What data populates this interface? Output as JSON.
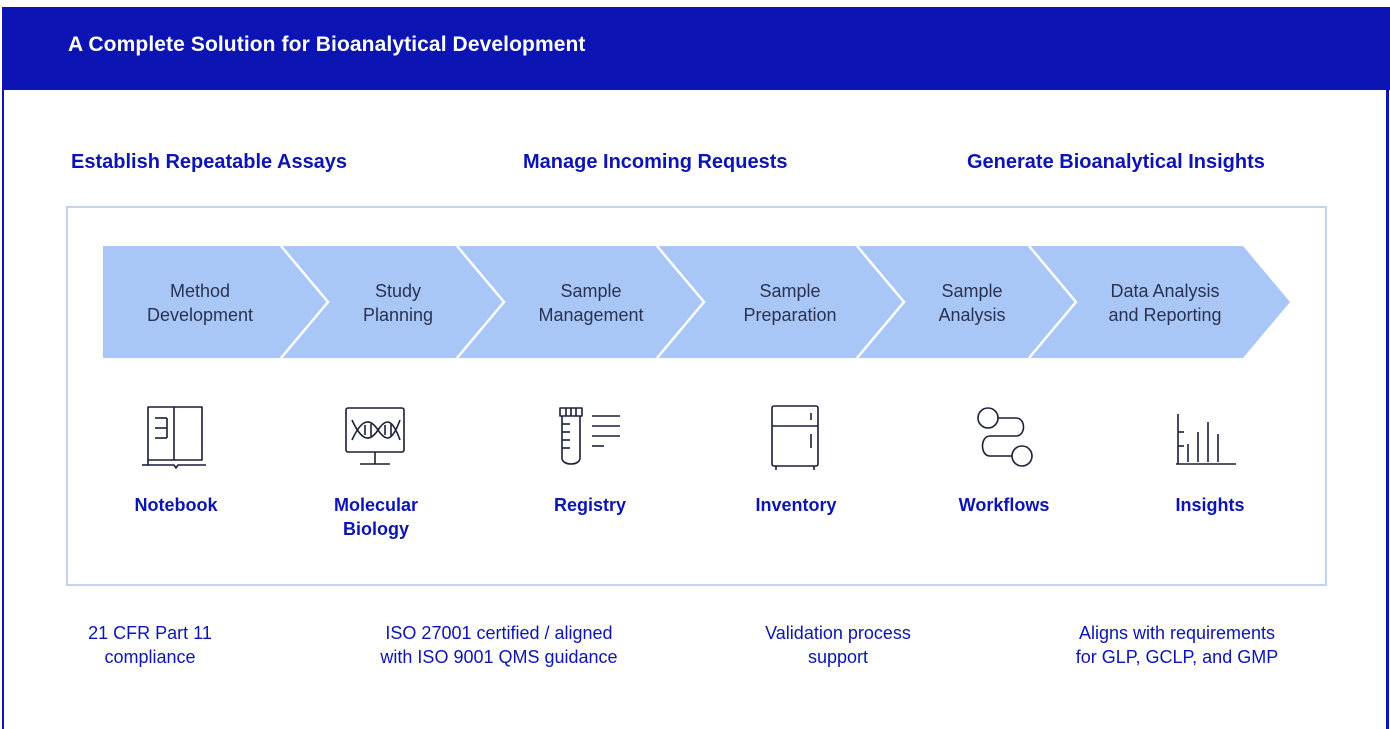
{
  "title": "A Complete Solution for Bioanalytical Development",
  "phases": [
    "Establish Repeatable Assays",
    "Manage Incoming Requests",
    "Generate Bioanalytical Insights"
  ],
  "steps": [
    {
      "line1": "Method",
      "line2": "Development"
    },
    {
      "line1": "Study",
      "line2": "Planning"
    },
    {
      "line1": "Sample",
      "line2": "Management"
    },
    {
      "line1": "Sample",
      "line2": "Preparation"
    },
    {
      "line1": "Sample",
      "line2": "Analysis"
    },
    {
      "line1": "Data Analysis",
      "line2": "and Reporting"
    }
  ],
  "tools": [
    {
      "line1": "Notebook",
      "line2": "",
      "icon": "notebook-icon"
    },
    {
      "line1": "Molecular",
      "line2": "Biology",
      "icon": "dna-monitor-icon"
    },
    {
      "line1": "Registry",
      "line2": "",
      "icon": "test-tube-list-icon"
    },
    {
      "line1": "Inventory",
      "line2": "",
      "icon": "freezer-icon"
    },
    {
      "line1": "Workflows",
      "line2": "",
      "icon": "workflow-path-icon"
    },
    {
      "line1": "Insights",
      "line2": "",
      "icon": "bar-chart-icon"
    }
  ],
  "compliance": [
    {
      "line1": "21 CFR Part 11",
      "line2": "compliance"
    },
    {
      "line1": "ISO 27001 certified / aligned",
      "line2": "with ISO 9001 QMS guidance"
    },
    {
      "line1": "Validation process",
      "line2": "support"
    },
    {
      "line1": "Aligns with requirements",
      "line2": "for GLP, GCLP, and GMP"
    }
  ],
  "colors": {
    "brand_blue": "#0c14b4",
    "chevron_fill": "#a9c7f6",
    "frame_border": "#c2d2ef",
    "step_text": "#2a3250"
  }
}
